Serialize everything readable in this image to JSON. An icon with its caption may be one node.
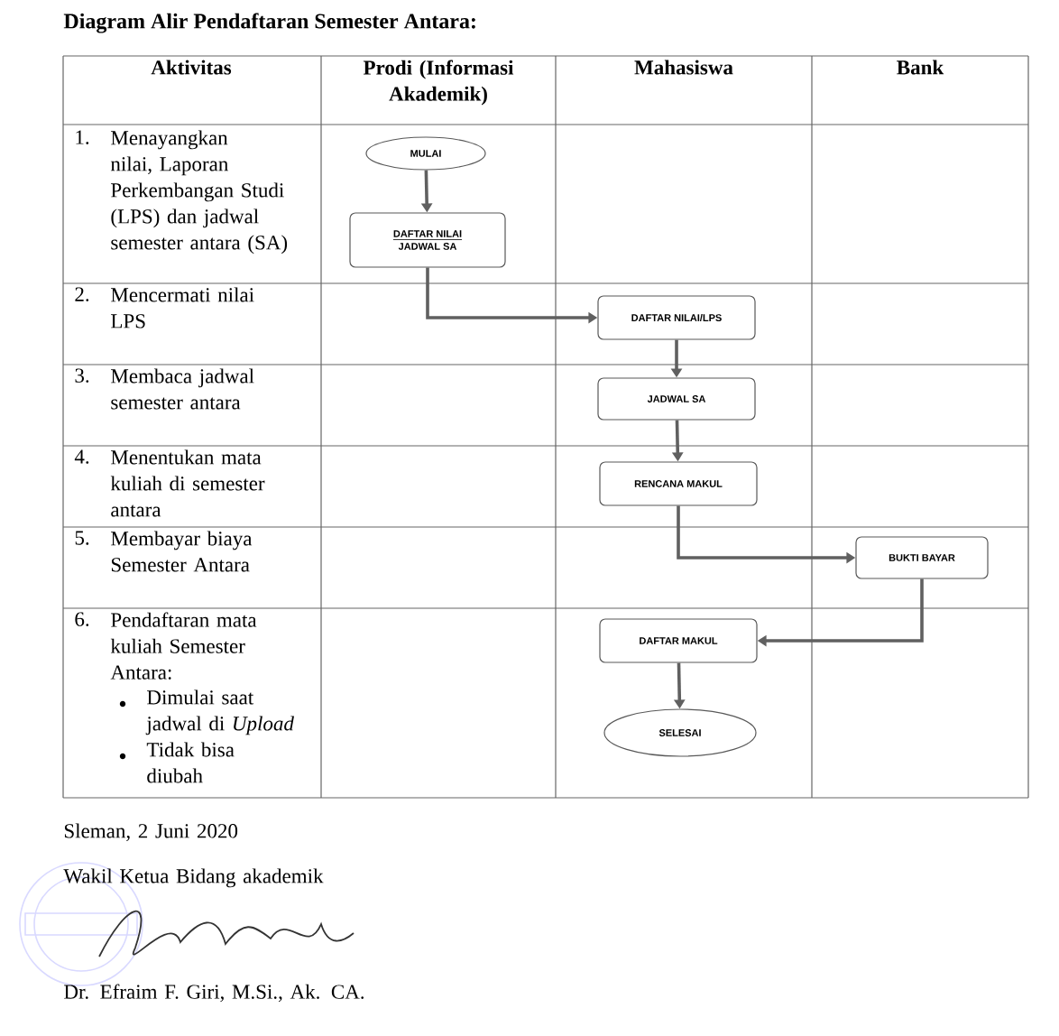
{
  "diagram": {
    "title": "Diagram Alir Pendaftaran Semester Antara:",
    "nodes": [
      {
        "text": [
          "MULAI"
        ]
      },
      {
        "text": [
          "DAFTAR NILAI",
          "JADWAL SA"
        ]
      },
      {
        "text": [
          "DAFTAR NILAI/LPS"
        ]
      },
      {
        "text": [
          "JADWAL SA"
        ]
      },
      {
        "text": [
          "RENCANA MAKUL"
        ]
      },
      {
        "text": [
          "BUKTI BAYAR"
        ]
      },
      {
        "text": [
          "DAFTAR MAKUL"
        ]
      },
      {
        "text": [
          "SELESAI"
        ]
      }
    ],
    "edges": [
      {
        "from": 0,
        "to": 1,
        "arrow": "to"
      },
      {
        "from": 1,
        "to": 2,
        "arrow": "to"
      },
      {
        "from": 2,
        "to": 3,
        "arrow": "to"
      },
      {
        "from": 3,
        "to": 4,
        "arrow": "to"
      },
      {
        "from": 4,
        "to": 5,
        "arrow": "to"
      },
      {
        "from": 5,
        "to": 6,
        "arrow": "to"
      },
      {
        "from": 6,
        "to": 7,
        "arrow": "to"
      }
    ],
    "labels": [
      "Aktivitas",
      "Prodi (Informasi Akademik)",
      "Mahasiswa",
      "Bank",
      "1.",
      "Menayangkan nilai, Laporan Perkembangan Studi (LPS) dan jadwal semester antara (SA)",
      "2.",
      "Mencermati nilai LPS",
      "3.",
      "Membaca jadwal semester antara",
      "4.",
      "Menentukan mata kuliah di semester antara",
      "5.",
      "Membayar biaya Semester Antara",
      "6.",
      "Pendaftaran mata kuliah Semester Antara:",
      "Dimulai saat jadwal di *Upload*",
      "Tidak bisa diubah",
      "Sleman, 2 Juni 2020",
      "Wakil Ketua Bidang akademik",
      "Dr. Efraim F. Giri, M.Si., Ak. CA."
    ]
  }
}
